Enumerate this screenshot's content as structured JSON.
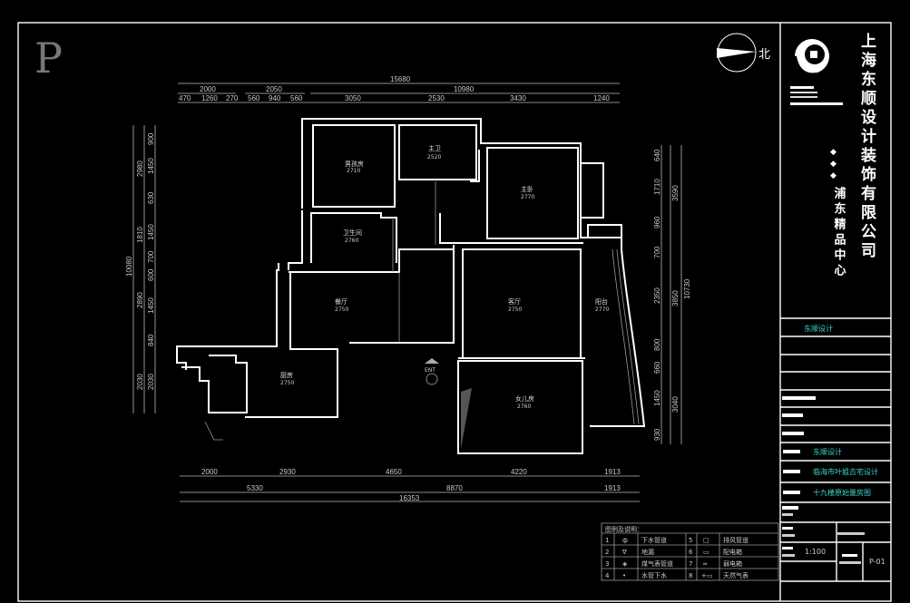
{
  "sheet": {
    "letter": "P"
  },
  "north": {
    "label": "北"
  },
  "rooms": [
    {
      "name": "男孩房",
      "height": "2710"
    },
    {
      "name": "主卫",
      "height": "2520"
    },
    {
      "name": "主卧",
      "height": "2770"
    },
    {
      "name": "卫生间",
      "height": "2760"
    },
    {
      "name": "餐厅",
      "height": "2750"
    },
    {
      "name": "客厅",
      "height": "2750"
    },
    {
      "name": "阳台",
      "height": "2770"
    },
    {
      "name": "厨房",
      "height": "2750"
    },
    {
      "name": "女儿房",
      "height": "2760"
    }
  ],
  "entry_label": "ENT",
  "dims": {
    "top_total": "15680",
    "top_mid": [
      "2000",
      "2050",
      "10980"
    ],
    "top_detail": [
      "470",
      "1260",
      "270",
      "560",
      "940",
      "560",
      "3050",
      "2530",
      "3430",
      "1240"
    ],
    "left_total": "10080",
    "left_mid": [
      "2980",
      "1810",
      "2890",
      "2030"
    ],
    "left_detail": [
      "900",
      "1450",
      "630",
      "1450",
      "700",
      "600",
      "1450",
      "840",
      "2030"
    ],
    "right_total": "10730",
    "right_mid": [
      "3590",
      "3850",
      "3040"
    ],
    "right_detail": [
      "640",
      "1710",
      "960",
      "700",
      "2350",
      "800",
      "660",
      "1450",
      "930"
    ],
    "bottom_detail": [
      "2000",
      "2930",
      "4650",
      "4220",
      "1913"
    ],
    "bottom_mid": [
      "5330",
      "8870",
      "1913"
    ],
    "bottom_total": "16353"
  },
  "legend": {
    "title": "图例及说明：",
    "items": [
      {
        "no": "1",
        "symbol": "ф",
        "label": "下水管道"
      },
      {
        "no": "2",
        "symbol": "∇",
        "label": "地漏"
      },
      {
        "no": "3",
        "symbol": "◈",
        "label": "煤气表管道"
      },
      {
        "no": "4",
        "symbol": "•",
        "label": "水管下水"
      },
      {
        "no": "5",
        "symbol": "□",
        "label": "排风管道"
      },
      {
        "no": "6",
        "symbol": "▭",
        "label": "配电箱"
      },
      {
        "no": "7",
        "symbol": "═",
        "label": "弱电箱"
      },
      {
        "no": "8",
        "symbol": "+▭",
        "label": "天然气表"
      }
    ]
  },
  "title_block": {
    "company": "上海东顺设计装饰有限公司",
    "branch": "浦东精品中心",
    "brand": "东顺设计",
    "designer": "东顺设计",
    "project": "临海市叶姐吉宅设计",
    "drawing": "十九楼原始量房图",
    "scale": "1:100",
    "sheet_no": "P-01"
  }
}
